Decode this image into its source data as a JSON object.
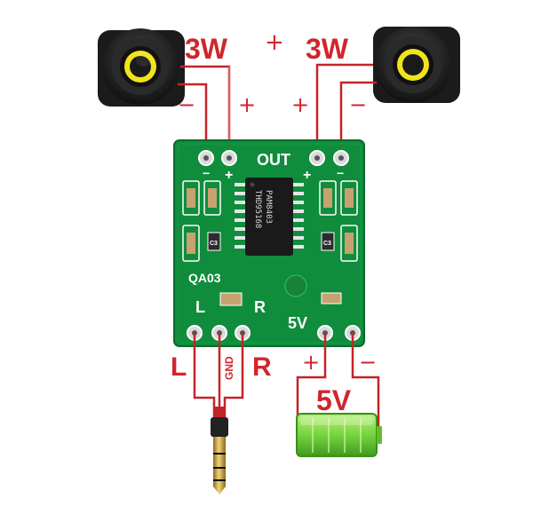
{
  "speaker_left": {
    "power_label": "3W",
    "minus_sign": "−",
    "plus_sign": "+"
  },
  "speaker_right": {
    "power_label": "3W",
    "minus_sign": "−",
    "plus_sign": "+"
  },
  "between_speakers_sign": "+",
  "board": {
    "out_label": "OUT",
    "model_label": "QA03",
    "left_pad_label": "L",
    "right_pad_label": "R",
    "power_pad_label": "5V",
    "out_minus_left": "−",
    "out_plus_left": "+",
    "out_plus_right": "+",
    "out_minus_right": "−",
    "chip_line1": "PAM8403",
    "chip_line2": "THD95168",
    "small_part_label_1": "C3",
    "small_part_label_2": "C3"
  },
  "audio_input": {
    "left_label": "L",
    "gnd_label": "GND",
    "right_label": "R"
  },
  "power_input": {
    "plus_sign": "+",
    "minus_sign": "−",
    "voltage_label": "5V"
  },
  "colors": {
    "wire": "#d0262b",
    "pcb": "#0f8d3c",
    "battery": "#6fcf3a"
  }
}
